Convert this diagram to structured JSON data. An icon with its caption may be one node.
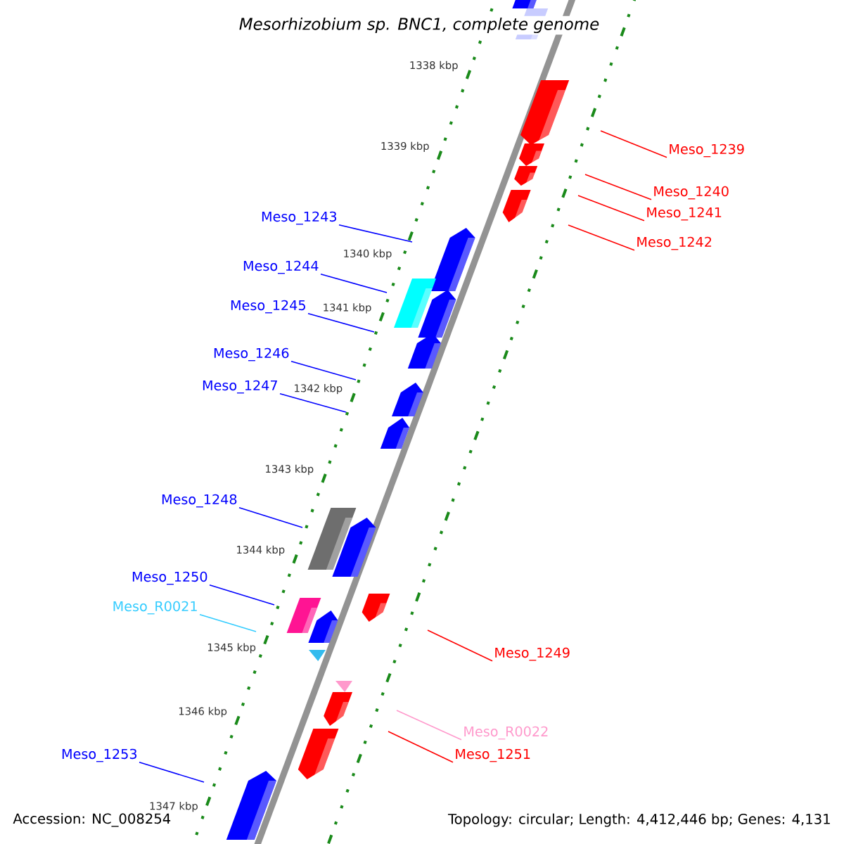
{
  "diagram": {
    "title": "Mesorhizobium sp. BNC1, complete genome",
    "nodes": [
      {
        "text": [
          "Meso_1239"
        ]
      },
      {
        "text": [
          "Meso_1240"
        ]
      },
      {
        "text": [
          "Meso_1241"
        ]
      },
      {
        "text": [
          "Meso_1242"
        ]
      },
      {
        "text": [
          "Meso_1243"
        ]
      },
      {
        "text": [
          "Meso_1244"
        ]
      },
      {
        "text": [
          "Meso_1245"
        ]
      },
      {
        "text": [
          "Meso_1246"
        ]
      },
      {
        "text": [
          "Meso_1247"
        ]
      },
      {
        "text": [
          "Meso_1248"
        ]
      },
      {
        "text": [
          "Meso_1250"
        ]
      },
      {
        "text": [
          "Meso_R0021"
        ]
      },
      {
        "text": [
          "Meso_1249"
        ]
      },
      {
        "text": [
          "Meso_R0022"
        ]
      },
      {
        "text": [
          "Meso_1251"
        ]
      },
      {
        "text": [
          "Meso_1253"
        ]
      }
    ],
    "edges": [
      {
        "from": 0,
        "to": null,
        "arrow": "none",
        "color": "#ff0000"
      },
      {
        "from": 1,
        "to": null,
        "arrow": "none",
        "color": "#ff0000"
      },
      {
        "from": 2,
        "to": null,
        "arrow": "none",
        "color": "#ff0000"
      },
      {
        "from": 3,
        "to": null,
        "arrow": "none",
        "color": "#ff0000"
      },
      {
        "from": 4,
        "to": null,
        "arrow": "none"
      },
      {
        "from": 5,
        "to": null,
        "arrow": "none"
      },
      {
        "from": 6,
        "to": null,
        "arrow": "none"
      },
      {
        "from": 7,
        "to": null,
        "arrow": "none"
      },
      {
        "from": 8,
        "to": null,
        "arrow": "none"
      },
      {
        "from": 9,
        "to": null,
        "arrow": "none"
      },
      {
        "from": 10,
        "to": null,
        "arrow": "none"
      },
      {
        "from": 11,
        "to": null,
        "arrow": "none",
        "color": "#33ccff"
      },
      {
        "from": 12,
        "to": null,
        "arrow": "none",
        "color": "#ff0000"
      },
      {
        "from": 13,
        "to": null,
        "arrow": "none",
        "color": "#ff99cc"
      },
      {
        "from": 14,
        "to": null,
        "arrow": "none",
        "color": "#ff0000"
      },
      {
        "from": 15,
        "to": null,
        "arrow": "none"
      }
    ],
    "labels": [
      "1338 kbp",
      "1339 kbp",
      "1340 kbp",
      "1341 kbp",
      "1342 kbp",
      "1343 kbp",
      "1344 kbp",
      "1345 kbp",
      "1346 kbp",
      "1347 kbp",
      "Accession: NC_008254",
      "Topology: circular; Length: 4,412,446 bp; Genes: 4,131"
    ]
  }
}
